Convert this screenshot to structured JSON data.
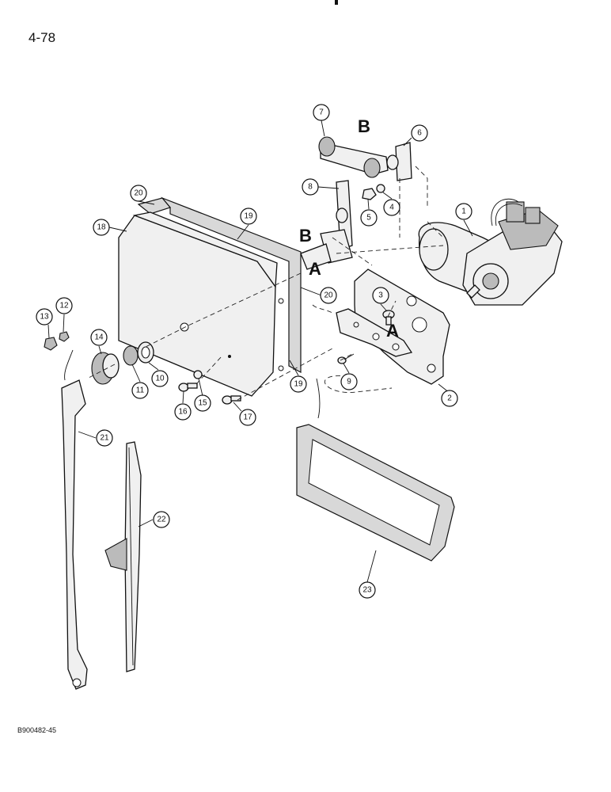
{
  "page_number": "4-78",
  "figure_code": "B900482-45",
  "reference_letters": {
    "A": "A",
    "B": "B"
  },
  "callouts": {
    "c1": "1",
    "c2": "2",
    "c3": "3",
    "c4": "4",
    "c5": "5",
    "c6": "6",
    "c7": "7",
    "c8": "8",
    "c9": "9",
    "c10": "10",
    "c11": "11",
    "c12": "12",
    "c13": "13",
    "c14": "14",
    "c15": "15",
    "c16": "16",
    "c17": "17",
    "c18": "18",
    "c19a": "19",
    "c19b": "19",
    "c20a": "20",
    "c20b": "20",
    "c21": "21",
    "c22": "22",
    "c23": "23"
  }
}
